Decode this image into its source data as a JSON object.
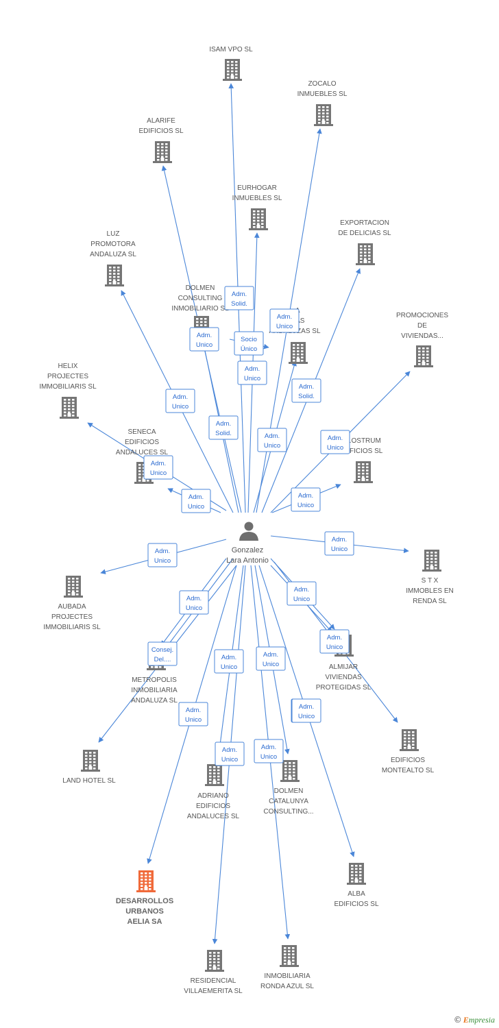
{
  "colors": {
    "edge": "#4a86d8",
    "building": "#757575",
    "highlight": "#f06a3a",
    "person": "#6e6e6e"
  },
  "center": {
    "name": "Gonzalez\nLara Antonio",
    "icon": "person-icon"
  },
  "companies": [
    {
      "id": "isam",
      "name": "ISAM VPO  SL"
    },
    {
      "id": "zocalo",
      "name": "ZOCALO\nINMUEBLES SL"
    },
    {
      "id": "alarife",
      "name": "ALARIFE\nEDIFICIOS SL"
    },
    {
      "id": "eurhogar",
      "name": "EURHOGAR\nINMUEBLES SL"
    },
    {
      "id": "exportacion",
      "name": "EXPORTACION\nDE DELICIAS  SL"
    },
    {
      "id": "luz",
      "name": "LUZ\nPROMOTORA\nANDALUZA SL"
    },
    {
      "id": "dolmen_consulting",
      "name": "DOLMEN\nCONSULTING\nINMOBILIARIO SL"
    },
    {
      "id": "viviendas_andaluzas",
      "name": "...A\n...DAS\nANDALUZAS SL"
    },
    {
      "id": "promociones",
      "name": "PROMOCIONES\nDE\nVIVIENDAS..."
    },
    {
      "id": "helix",
      "name": "HELIX\nPROJECTES\nIMMOBILIARIS SL"
    },
    {
      "id": "seneca",
      "name": "SENECA\nEDIFICIOS\nANDALUCES SL"
    },
    {
      "id": "nostrum",
      "name": "...OSTRUM\n...FICIOS SL"
    },
    {
      "id": "stx",
      "name": "S T X\nIMMOBLES EN\nRENDA SL"
    },
    {
      "id": "aubada",
      "name": "AUBADA\nPROJECTES\nIMMOBILIARIS SL"
    },
    {
      "id": "almijar",
      "name": "ALMIJAR\nVIVIENDAS\nPROTEGIDAS  SL"
    },
    {
      "id": "metropolis",
      "name": "METROPOLIS\nINMOBILIARIA\nANDALUZA SL"
    },
    {
      "id": "edificios_montealto",
      "name": "EDIFICIOS\nMONTEALTO SL"
    },
    {
      "id": "land_hotel",
      "name": "LAND HOTEL SL"
    },
    {
      "id": "adriano",
      "name": "ADRIANO\nEDIFICIOS\nANDALUCES SL"
    },
    {
      "id": "dolmen_catalunya",
      "name": "DOLMEN\nCATALUNYA\nCONSULTING..."
    },
    {
      "id": "desarrollos",
      "name": "DESARROLLOS\nURBANOS\nAELIA SA",
      "highlight": true
    },
    {
      "id": "alba",
      "name": "ALBA\nEDIFICIOS SL"
    },
    {
      "id": "residencial",
      "name": "RESIDENCIAL\nVILLAEMERITA SL"
    },
    {
      "id": "ronda_azul",
      "name": "INMOBILIARIA\nRONDA AZUL SL"
    }
  ],
  "edges": [
    {
      "to": "isam",
      "label": "Adm.\nSolid."
    },
    {
      "to": "zocalo",
      "label": "Adm.\nUnico"
    },
    {
      "to": "alarife",
      "label": "Adm.\nSolid."
    },
    {
      "to": "eurhogar",
      "label": "Adm.\nUnico"
    },
    {
      "to": "exportacion",
      "label": "Adm.\nSolid."
    },
    {
      "to": "luz",
      "label": "Adm.\nUnico"
    },
    {
      "to": "dolmen_consulting",
      "label": "Adm.\nUnico"
    },
    {
      "to": "viviendas_andaluzas",
      "label": "Socio\nÚnico"
    },
    {
      "to": "viviendas_andaluzas",
      "label": "Adm.\nUnico"
    },
    {
      "to": "promociones",
      "label": "Adm.\nUnico"
    },
    {
      "to": "helix",
      "label": "Adm.\nUnico"
    },
    {
      "to": "seneca",
      "label": "Adm.\nUnico"
    },
    {
      "to": "nostrum",
      "label": "Adm.\nUnico"
    },
    {
      "to": "stx",
      "label": "Adm.\nUnico"
    },
    {
      "to": "aubada",
      "label": "Adm.\nUnico"
    },
    {
      "to": "almijar",
      "label": "Adm.\nUnico"
    },
    {
      "to": "almijar",
      "label": "Adm.\nUnico"
    },
    {
      "to": "metropolis",
      "label": "Adm.\nUnico"
    },
    {
      "to": "metropolis",
      "label": "Consej.\nDel...."
    },
    {
      "to": "edificios_montealto",
      "label": "Adm.\nUnico"
    },
    {
      "to": "land_hotel",
      "label": "Adm.\nUnico"
    },
    {
      "to": "adriano",
      "label": "Adm.\nUnico"
    },
    {
      "to": "dolmen_catalunya",
      "label": "Adm.\nUnico"
    },
    {
      "to": "desarrollos",
      "label": "Adm.\nUnico"
    },
    {
      "to": "alba",
      "label": "Adm.\nUnico"
    },
    {
      "to": "residencial",
      "label": "Adm.\nUnico"
    },
    {
      "to": "ronda_azul",
      "label": "Adm.\nUnico"
    }
  ],
  "footer": {
    "copyright_symbol": "©",
    "brand_first": "E",
    "brand_rest": "mpresia"
  }
}
